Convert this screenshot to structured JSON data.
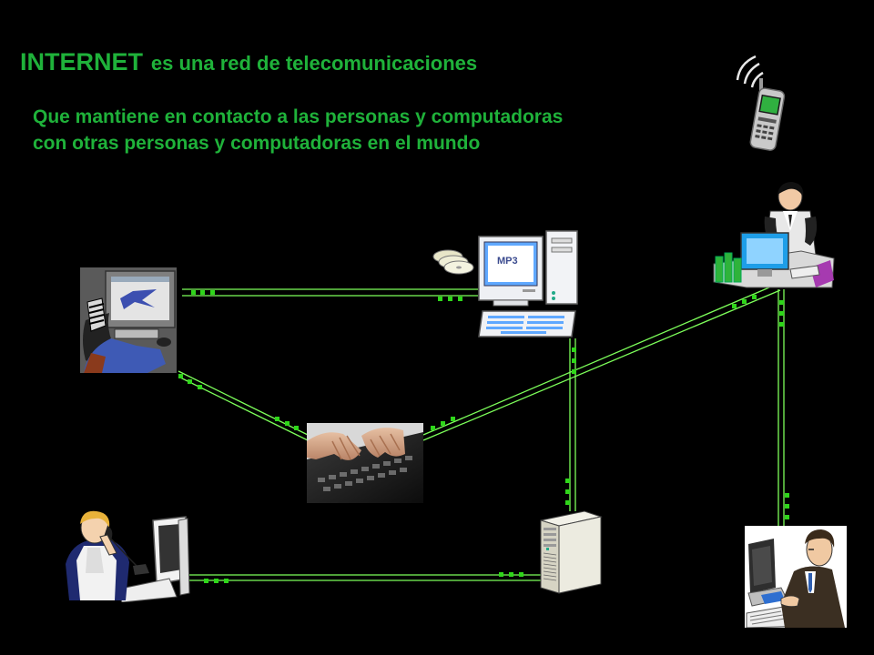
{
  "title": {
    "main": "INTERNET",
    "rest": "es una red de telecomunicaciones"
  },
  "subtitle": {
    "line1": "Que mantiene en contacto a las personas y computadoras",
    "line2": "con otras personas y computadoras en el mundo"
  },
  "desktop_screen_label": "MP3",
  "colors": {
    "text": "#1fb23a",
    "link_line": "#7dff5a",
    "packet": "#2fd61a",
    "background": "#000000"
  },
  "icons": [
    "mobile-phone-icon",
    "person-at-computer-icon",
    "desktop-computer-icon",
    "office-worker-icon",
    "typing-hands-icon",
    "person-on-phone-icon",
    "server-tower-icon",
    "businessman-at-computer-icon"
  ]
}
